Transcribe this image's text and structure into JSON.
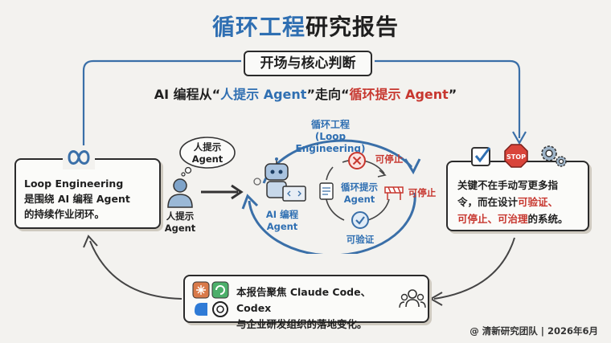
{
  "title": {
    "blue_part": "循环工程",
    "rest": "研究报告"
  },
  "section_label": "开场与核心判断",
  "subtitle": {
    "prefix": "AI 编程从“",
    "from": "人提示 Agent",
    "middle": "”走向“",
    "to": "循环提示 Agent",
    "suffix": "”"
  },
  "loop": {
    "title": "循环工程",
    "title_en": "(Loop Engineering)",
    "ai_agent": [
      "AI 编程",
      "Agent"
    ],
    "loop_agent": [
      "循环提示",
      "Agent"
    ],
    "stoppable_top": "可停止",
    "stoppable_right": "可停止",
    "verifiable": "可验证"
  },
  "human": {
    "bubble": [
      "人提示",
      "Agent"
    ],
    "label": [
      "人提示",
      "Agent"
    ]
  },
  "left_card": {
    "lines": [
      "Loop Engineering",
      "是围绕 AI 编程 Agent",
      "的持续作业闭环。"
    ]
  },
  "right_card": {
    "line1": "关键不在手动写更多指",
    "line2_a": "令，而在设计",
    "line2_b": "可验证、",
    "line3_a": "可停止、可治理",
    "line3_b": "的系统。",
    "stop_sign": "STOP"
  },
  "bottom_card": {
    "line1": "本报告聚焦 Claude Code、Codex",
    "line2": "与企业研发组织的落地变化。"
  },
  "footer": "@ 清新研究团队 | 2026年6月",
  "colors": {
    "blue": "#2f6fb2",
    "red": "#c7372f",
    "ink": "#2b2b2b"
  }
}
